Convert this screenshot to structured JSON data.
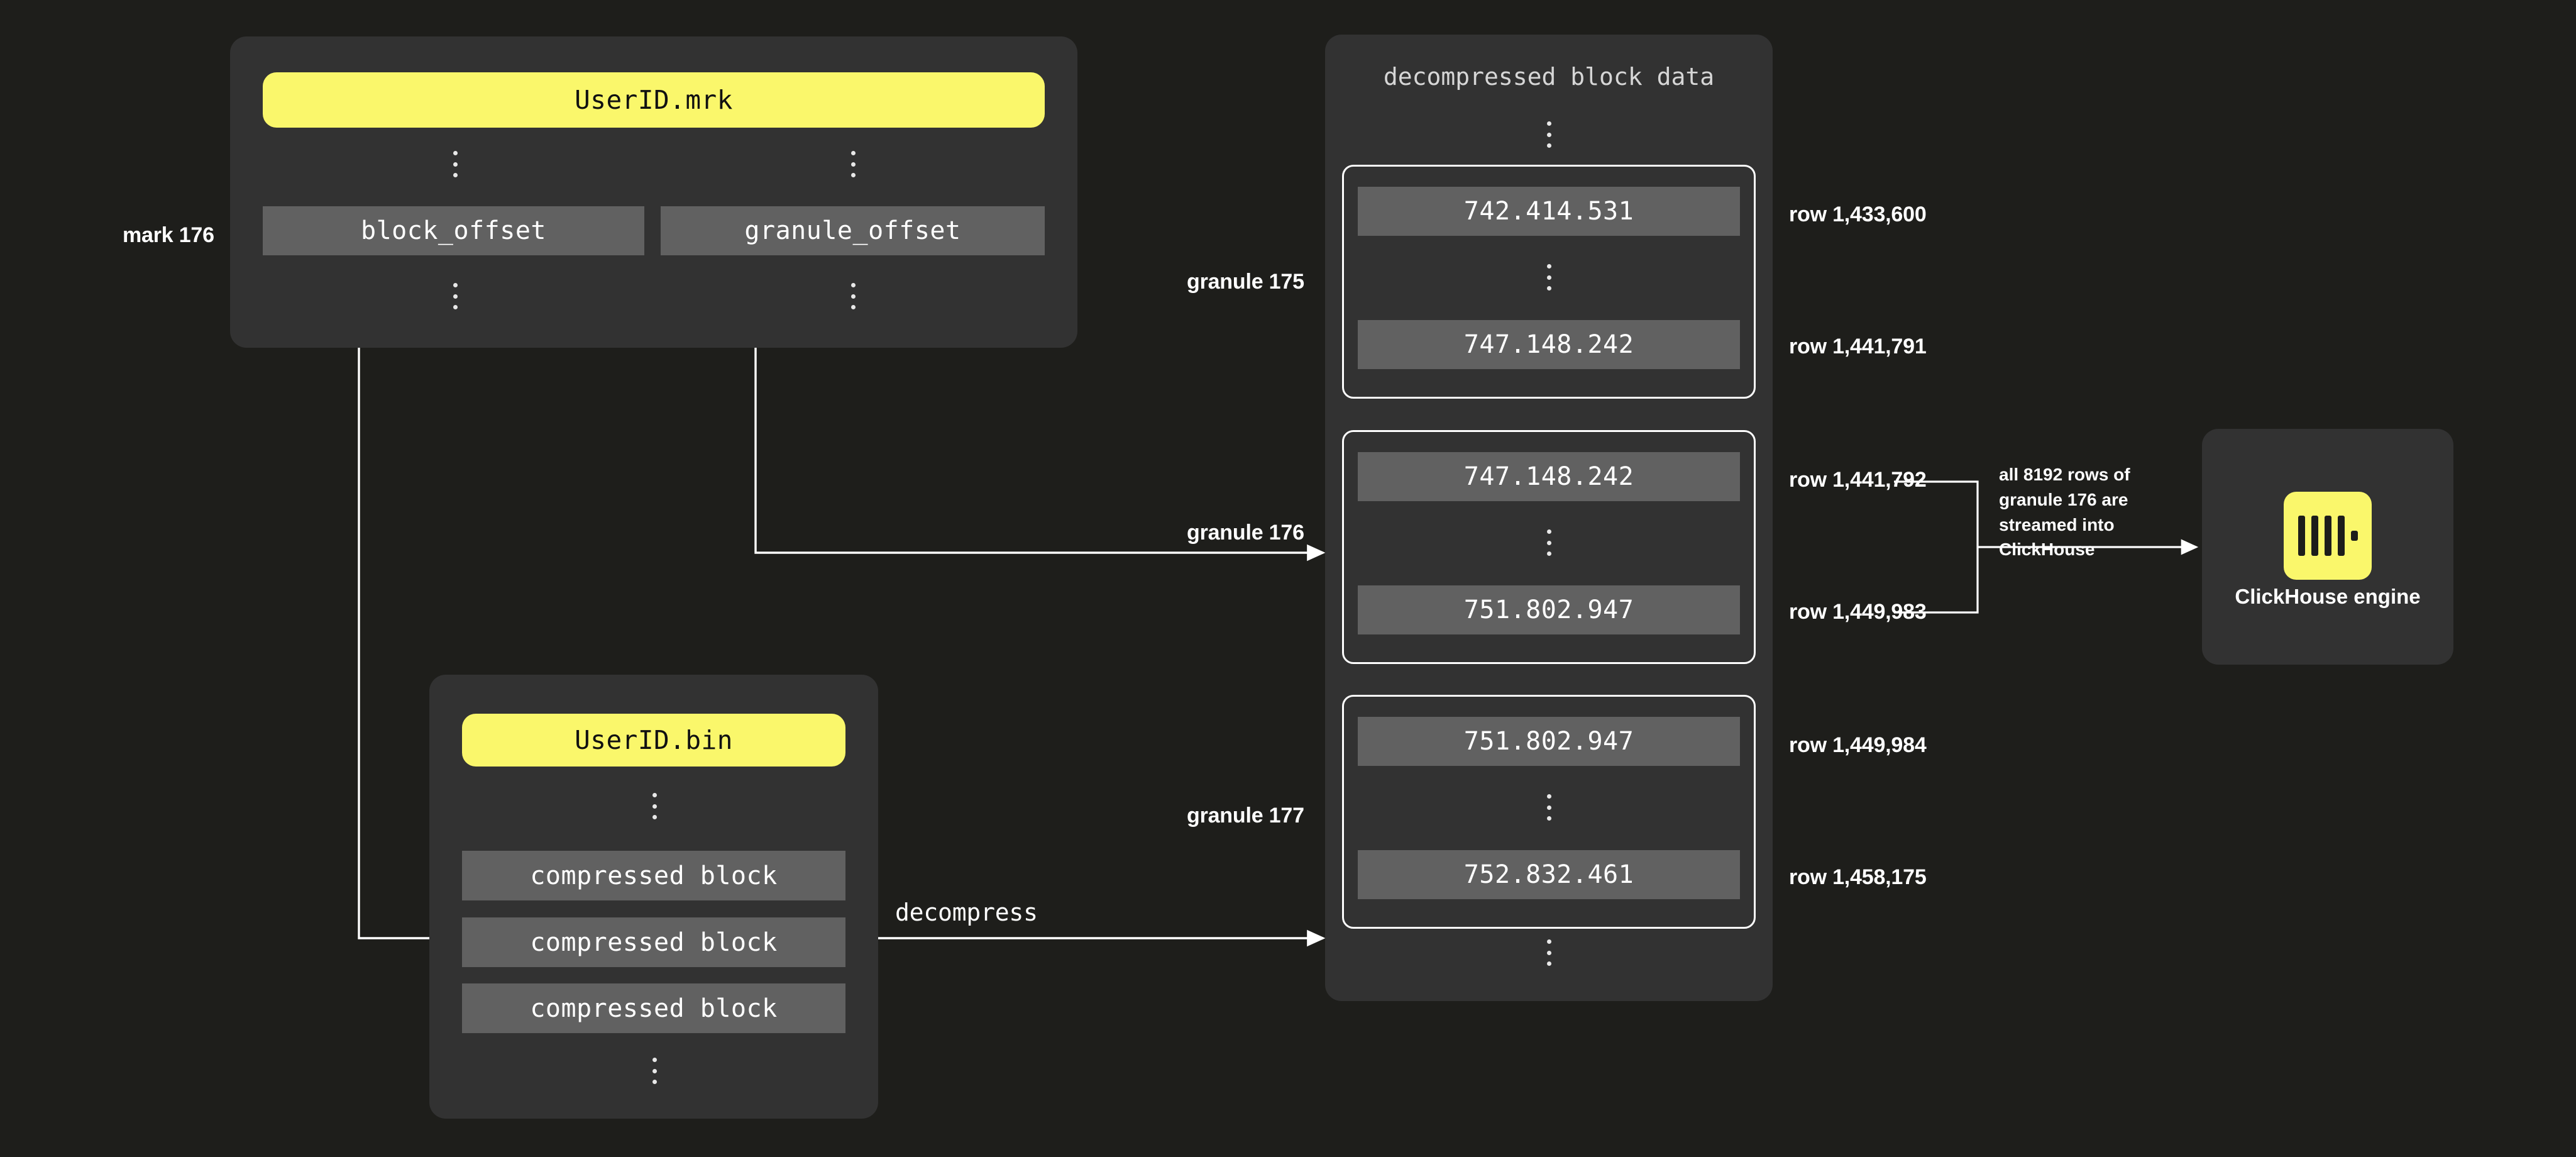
{
  "diagram": {
    "title": "ClickHouse granule read path",
    "colors": {
      "background": "#1e1e1b",
      "panel": "#323232",
      "bar": "#616161",
      "accent_yellow": "#faf76b",
      "stroke": "#ffffff",
      "text": "#ffffff"
    }
  },
  "mark_panel": {
    "mark_label": "mark 176",
    "file_name": "UserID.mrk",
    "columns": [
      {
        "name": "block_offset"
      },
      {
        "name": "granule_offset"
      }
    ],
    "ellipsis_above": "⋮",
    "ellipsis_below": "⋮"
  },
  "bin_panel": {
    "file_name": "UserID.bin",
    "blocks": [
      {
        "label": "compressed block"
      },
      {
        "label": "compressed block"
      },
      {
        "label": "compressed block"
      }
    ]
  },
  "decompress_edge": {
    "label": "decompress"
  },
  "block_panel": {
    "title": "decompressed block data",
    "granules": [
      {
        "name": "granule 175",
        "first_value": "742.414.531",
        "last_value": "747.148.242",
        "first_row": "row 1,433,600",
        "last_row": "row 1,441,791"
      },
      {
        "name": "granule 176",
        "first_value": "747.148.242",
        "last_value": "751.802.947",
        "first_row": "row 1,441,792",
        "last_row": "row 1,449,983"
      },
      {
        "name": "granule 177",
        "first_value": "751.802.947",
        "last_value": "752.832.461",
        "first_row": "row 1,449,984",
        "last_row": "row 1,458,175"
      }
    ]
  },
  "stream_note": {
    "text": "all 8192 rows of granule 176 are streamed into ClickHouse"
  },
  "engine": {
    "caption": "ClickHouse engine",
    "logo_name": "clickhouse-logo"
  }
}
